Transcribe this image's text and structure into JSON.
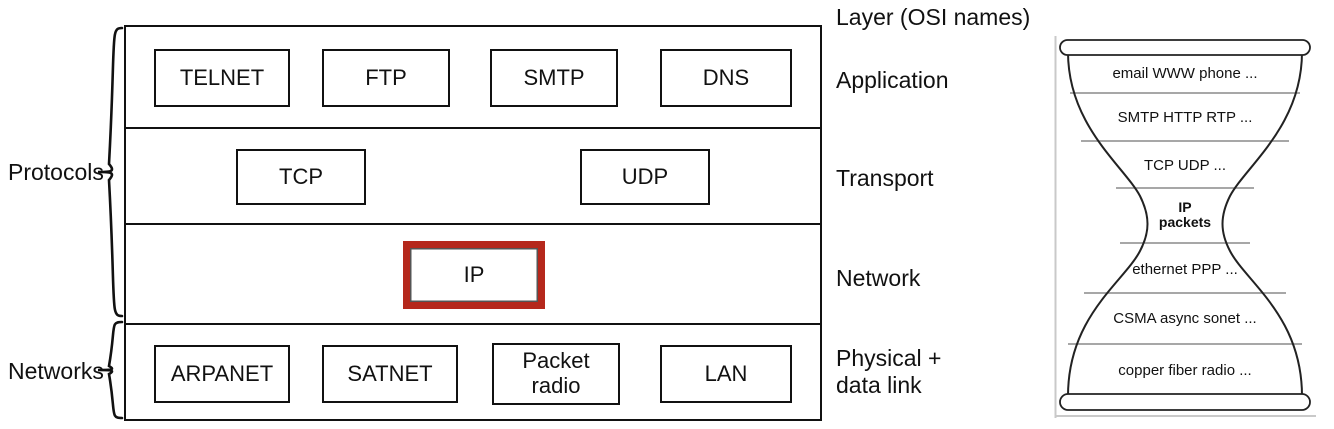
{
  "diagram": {
    "title_right": "Layer (OSI names)",
    "group_brackets": [
      {
        "label": "Protocols",
        "name": "protocols"
      },
      {
        "label": "Networks",
        "name": "networks"
      }
    ],
    "layers": [
      {
        "osi_name": "Application",
        "boxes": [
          "TELNET",
          "FTP",
          "SMTP",
          "DNS"
        ]
      },
      {
        "osi_name": "Transport",
        "boxes": [
          "TCP",
          "UDP"
        ]
      },
      {
        "osi_name": "Network",
        "boxes": [
          "IP"
        ]
      },
      {
        "osi_name": "Physical +\ndata link",
        "boxes": [
          "ARPANET",
          "SATNET",
          "Packet\nradio",
          "LAN"
        ]
      }
    ],
    "highlight_box_label": "IP",
    "highlight_color": "#b5281c"
  },
  "hourglass": {
    "bands": [
      {
        "text": "email  WWW  phone ...",
        "bold": false
      },
      {
        "text": "SMTP  HTTP  RTP ...",
        "bold": false
      },
      {
        "text": "TCP  UDP  ...",
        "bold": false
      },
      {
        "text": "IP\npackets",
        "bold": true
      },
      {
        "text": "ethernet  PPP ...",
        "bold": false
      },
      {
        "text": "CSMA  async  sonet  ...",
        "bold": false
      },
      {
        "text": "copper  fiber  radio  ...",
        "bold": false
      }
    ]
  }
}
